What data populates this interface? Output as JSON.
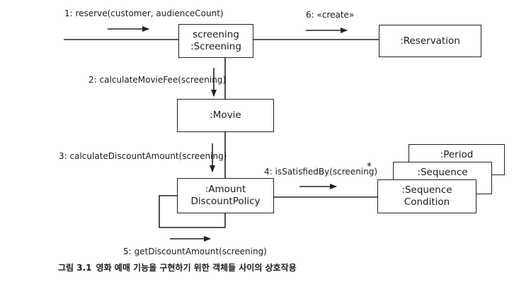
{
  "objects": {
    "screening": {
      "line1": "screening",
      "line2": ":Screening"
    },
    "reservation": {
      "line1": ":Reservation"
    },
    "movie": {
      "line1": ":Movie"
    },
    "discount_policy": {
      "line1": ":Amount",
      "line2": "DiscountPolicy"
    },
    "period": {
      "line1": ":Period"
    },
    "sequence": {
      "line1": ":Sequence"
    },
    "sequence_condition": {
      "line1": ":Sequence",
      "line2": "Condition"
    }
  },
  "messages": {
    "m1": "1: reserve(customer, audienceCount)",
    "m2": "2: calculateMovieFee(screening)",
    "m3": "3: calculateDiscountAmount(screening)",
    "m4": "4: isSatisfiedBy(screening)",
    "m4_multiplicity": "*",
    "m5": "5: getDiscountAmount(screening)",
    "m6": "6: «create»"
  },
  "caption": {
    "figure": "그림 3.1",
    "text": "영화 예매 기능을 구현하기 위한 객체들 사이의 상호작용"
  }
}
